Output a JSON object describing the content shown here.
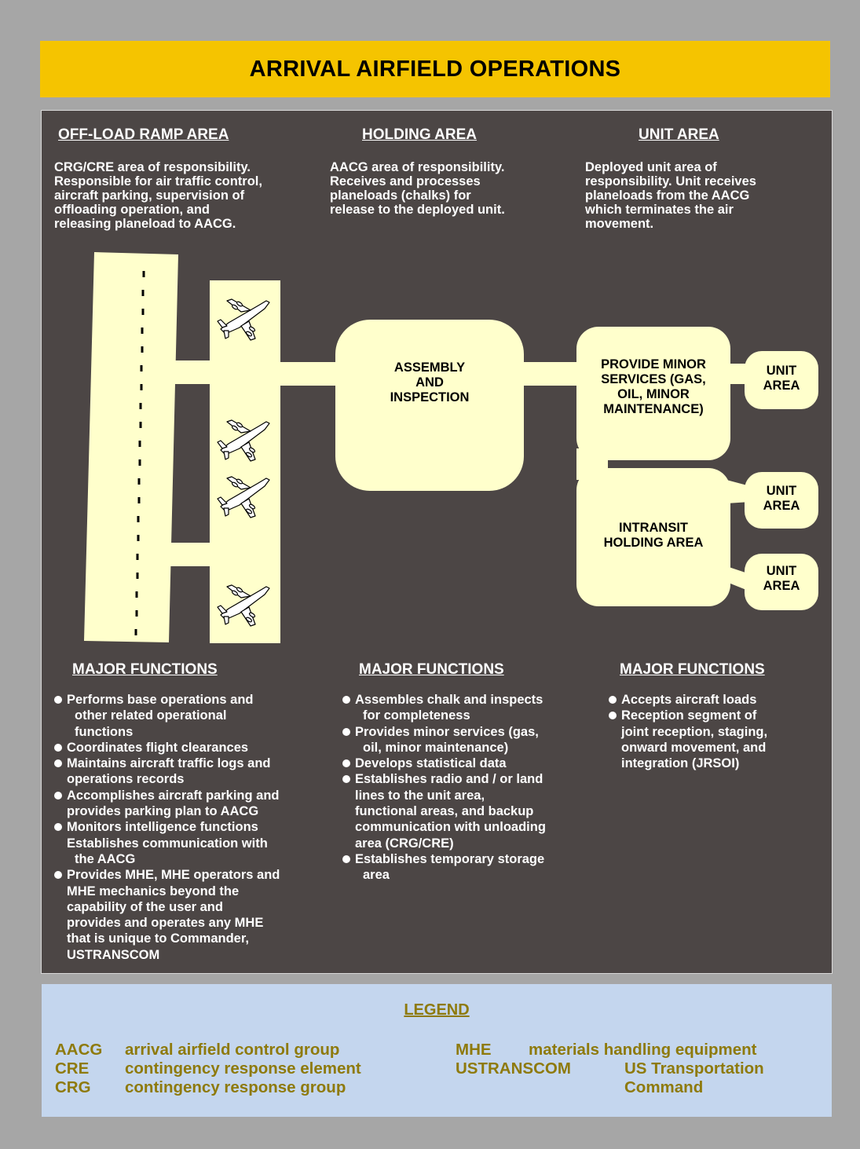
{
  "title": "ARRIVAL AIRFIELD OPERATIONS",
  "areas": [
    {
      "header": "OFF-LOAD RAMP AREA",
      "description": [
        "CRG/CRE area of responsibility.",
        "Responsible for air traffic control,",
        "aircraft parking, supervision of",
        "offloading operation, and",
        "releasing planeload to AACG."
      ]
    },
    {
      "header": "HOLDING AREA",
      "description": [
        "AACG area of responsibility.",
        "Receives and processes",
        "planeloads (chalks) for",
        "release to the deployed unit."
      ]
    },
    {
      "header": "UNIT AREA",
      "description": [
        "Deployed unit area of",
        "responsibility.  Unit receives",
        "planeloads from the AACG",
        "which terminates the air",
        "movement."
      ]
    }
  ],
  "diagram": {
    "assembly": [
      "ASSEMBLY",
      "AND",
      "INSPECTION"
    ],
    "minor_services": [
      "PROVIDE MINOR",
      "SERVICES (GAS,",
      "OIL, MINOR",
      "MAINTENANCE)"
    ],
    "intransit": [
      "INTRANSIT",
      "HOLDING AREA"
    ],
    "unit_area_1": [
      "UNIT",
      "AREA"
    ],
    "unit_area_2": [
      "UNIT",
      "AREA"
    ],
    "unit_area_3": [
      "UNIT",
      "AREA"
    ],
    "colors": {
      "box": "#ffffcc",
      "panel": "#4c4645",
      "title": "#f5c400",
      "legend_bg": "#c4d6ee",
      "legend_text": "#8e7a0c"
    }
  },
  "functions": [
    {
      "header": "MAJOR FUNCTIONS",
      "items": [
        [
          "Performs base operations and",
          "other related operational",
          "functions"
        ],
        [
          "Coordinates flight clearances"
        ],
        [
          "Maintains aircraft traffic logs and",
          "operations records"
        ],
        [
          "Accomplishes aircraft parking and",
          "provides parking plan to AACG"
        ],
        [
          "Monitors intelligence functions",
          "Establishes communication with",
          "the AACG"
        ],
        [
          "Provides MHE, MHE operators and",
          "MHE mechanics beyond the",
          "capability of the user and",
          "provides and operates any MHE",
          "that is unique to Commander,",
          "USTRANSCOM"
        ]
      ]
    },
    {
      "header": "MAJOR FUNCTIONS",
      "items": [
        [
          "Assembles chalk and inspects",
          "for completeness"
        ],
        [
          "Provides minor services (gas,",
          "oil, minor maintenance)"
        ],
        [
          "Develops statistical data"
        ],
        [
          "Establishes radio and / or land",
          "lines to the unit area,",
          "functional areas, and backup",
          "communication with unloading",
          "area (CRG/CRE)"
        ],
        [
          "Establishes temporary storage",
          "area"
        ]
      ]
    },
    {
      "header": "MAJOR FUNCTIONS",
      "items": [
        [
          "Accepts aircraft loads"
        ],
        [
          "Reception segment of",
          "joint reception, staging,",
          "onward movement, and",
          "integration (JRSOI)"
        ]
      ]
    }
  ],
  "legend": {
    "title": "LEGEND",
    "entries": [
      {
        "abbr": "AACG",
        "meaning": "arrival airfield control group"
      },
      {
        "abbr": "CRE",
        "meaning": "contingency response element"
      },
      {
        "abbr": "CRG",
        "meaning": "contingency response group"
      },
      {
        "abbr": "MHE",
        "meaning": "materials handling equipment"
      },
      {
        "abbr": "USTRANSCOM",
        "meaning": "US Transportation",
        "meaning2": "Command"
      }
    ]
  }
}
